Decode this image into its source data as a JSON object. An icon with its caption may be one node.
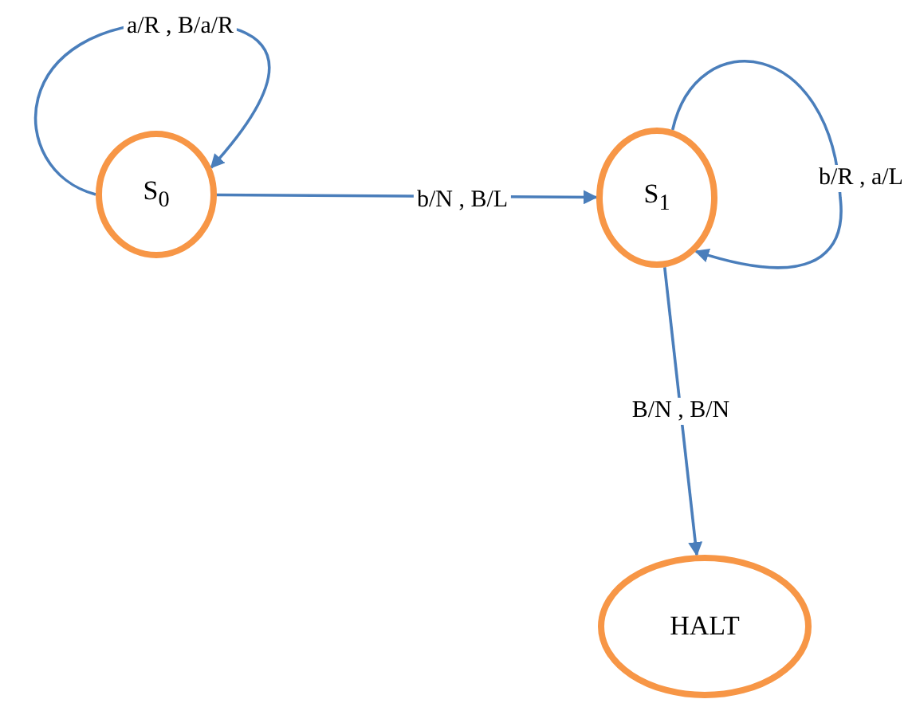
{
  "diagram": {
    "nodes": [
      {
        "text": [
          "S$_{0}$"
        ]
      },
      {
        "text": [
          "S$_{1}$"
        ]
      },
      {
        "text": [
          "HALT"
        ]
      }
    ],
    "edges": [
      {
        "from": 0,
        "to": 0,
        "arrow": "to",
        "label": "a/R , B/a/R"
      },
      {
        "from": 0,
        "to": 1,
        "arrow": "to",
        "label": "b/N , B/L"
      },
      {
        "from": 1,
        "to": 1,
        "arrow": "to",
        "label": "b/R , a/L"
      },
      {
        "from": 1,
        "to": 2,
        "arrow": "to",
        "label": "B/N , B/N"
      }
    ]
  }
}
